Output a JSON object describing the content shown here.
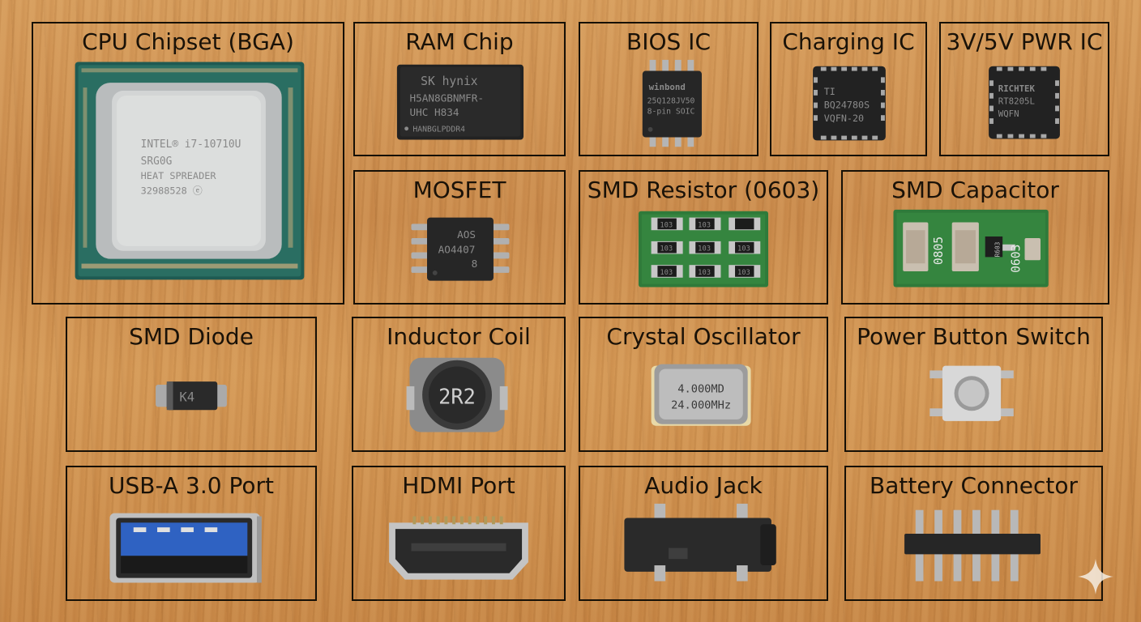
{
  "components": [
    {
      "id": "cpu",
      "label": "CPU Chipset (BGA)",
      "marking": [
        "INTEL® i7-10710U",
        "SRG0G",
        "HEAT SPREADER",
        "32988528 ⓔ"
      ]
    },
    {
      "id": "ram",
      "label": "RAM Chip",
      "marking": [
        "SK hynix",
        "H5AN8GBNMFR-",
        "UHC    H834",
        "HANBGLPDDR4"
      ]
    },
    {
      "id": "bios",
      "label": "BIOS IC",
      "marking": [
        "winbond",
        "25Q128JV50",
        "8-pin SOIC"
      ]
    },
    {
      "id": "charging",
      "label": "Charging IC",
      "marking": [
        "TI",
        "BQ24780S",
        "VQFN-20"
      ]
    },
    {
      "id": "pwr",
      "label": "3V/5V PWR IC",
      "marking": [
        "RICHTEK",
        "RT8205L",
        "WQFN"
      ]
    },
    {
      "id": "mosfet",
      "label": "MOSFET",
      "marking": [
        "AOS",
        "AO4407",
        "8"
      ]
    },
    {
      "id": "resistor",
      "label": "SMD Resistor (0603)",
      "marking": [
        "103"
      ]
    },
    {
      "id": "capacitor",
      "label": "SMD Capacitor",
      "marking": [
        "0805",
        "R603",
        "0603"
      ]
    },
    {
      "id": "diode",
      "label": "SMD Diode",
      "marking": [
        "K4"
      ]
    },
    {
      "id": "inductor",
      "label": "Inductor Coil",
      "marking": [
        "2R2"
      ]
    },
    {
      "id": "crystal",
      "label": "Crystal Oscillator",
      "marking": [
        "4.000MD",
        "24.000MHz"
      ]
    },
    {
      "id": "powerbutton",
      "label": "Power Button Switch",
      "marking": []
    },
    {
      "id": "usb",
      "label": "USB-A 3.0 Port",
      "marking": []
    },
    {
      "id": "hdmi",
      "label": "HDMI Port",
      "marking": []
    },
    {
      "id": "audio",
      "label": "Audio Jack",
      "marking": []
    },
    {
      "id": "battery",
      "label": "Battery Connector",
      "marking": []
    }
  ],
  "colors": {
    "wood": "#cc8c4c",
    "border": "#161006",
    "pcb_green": "#2f7a3a",
    "usb_blue": "#2f62c2"
  }
}
